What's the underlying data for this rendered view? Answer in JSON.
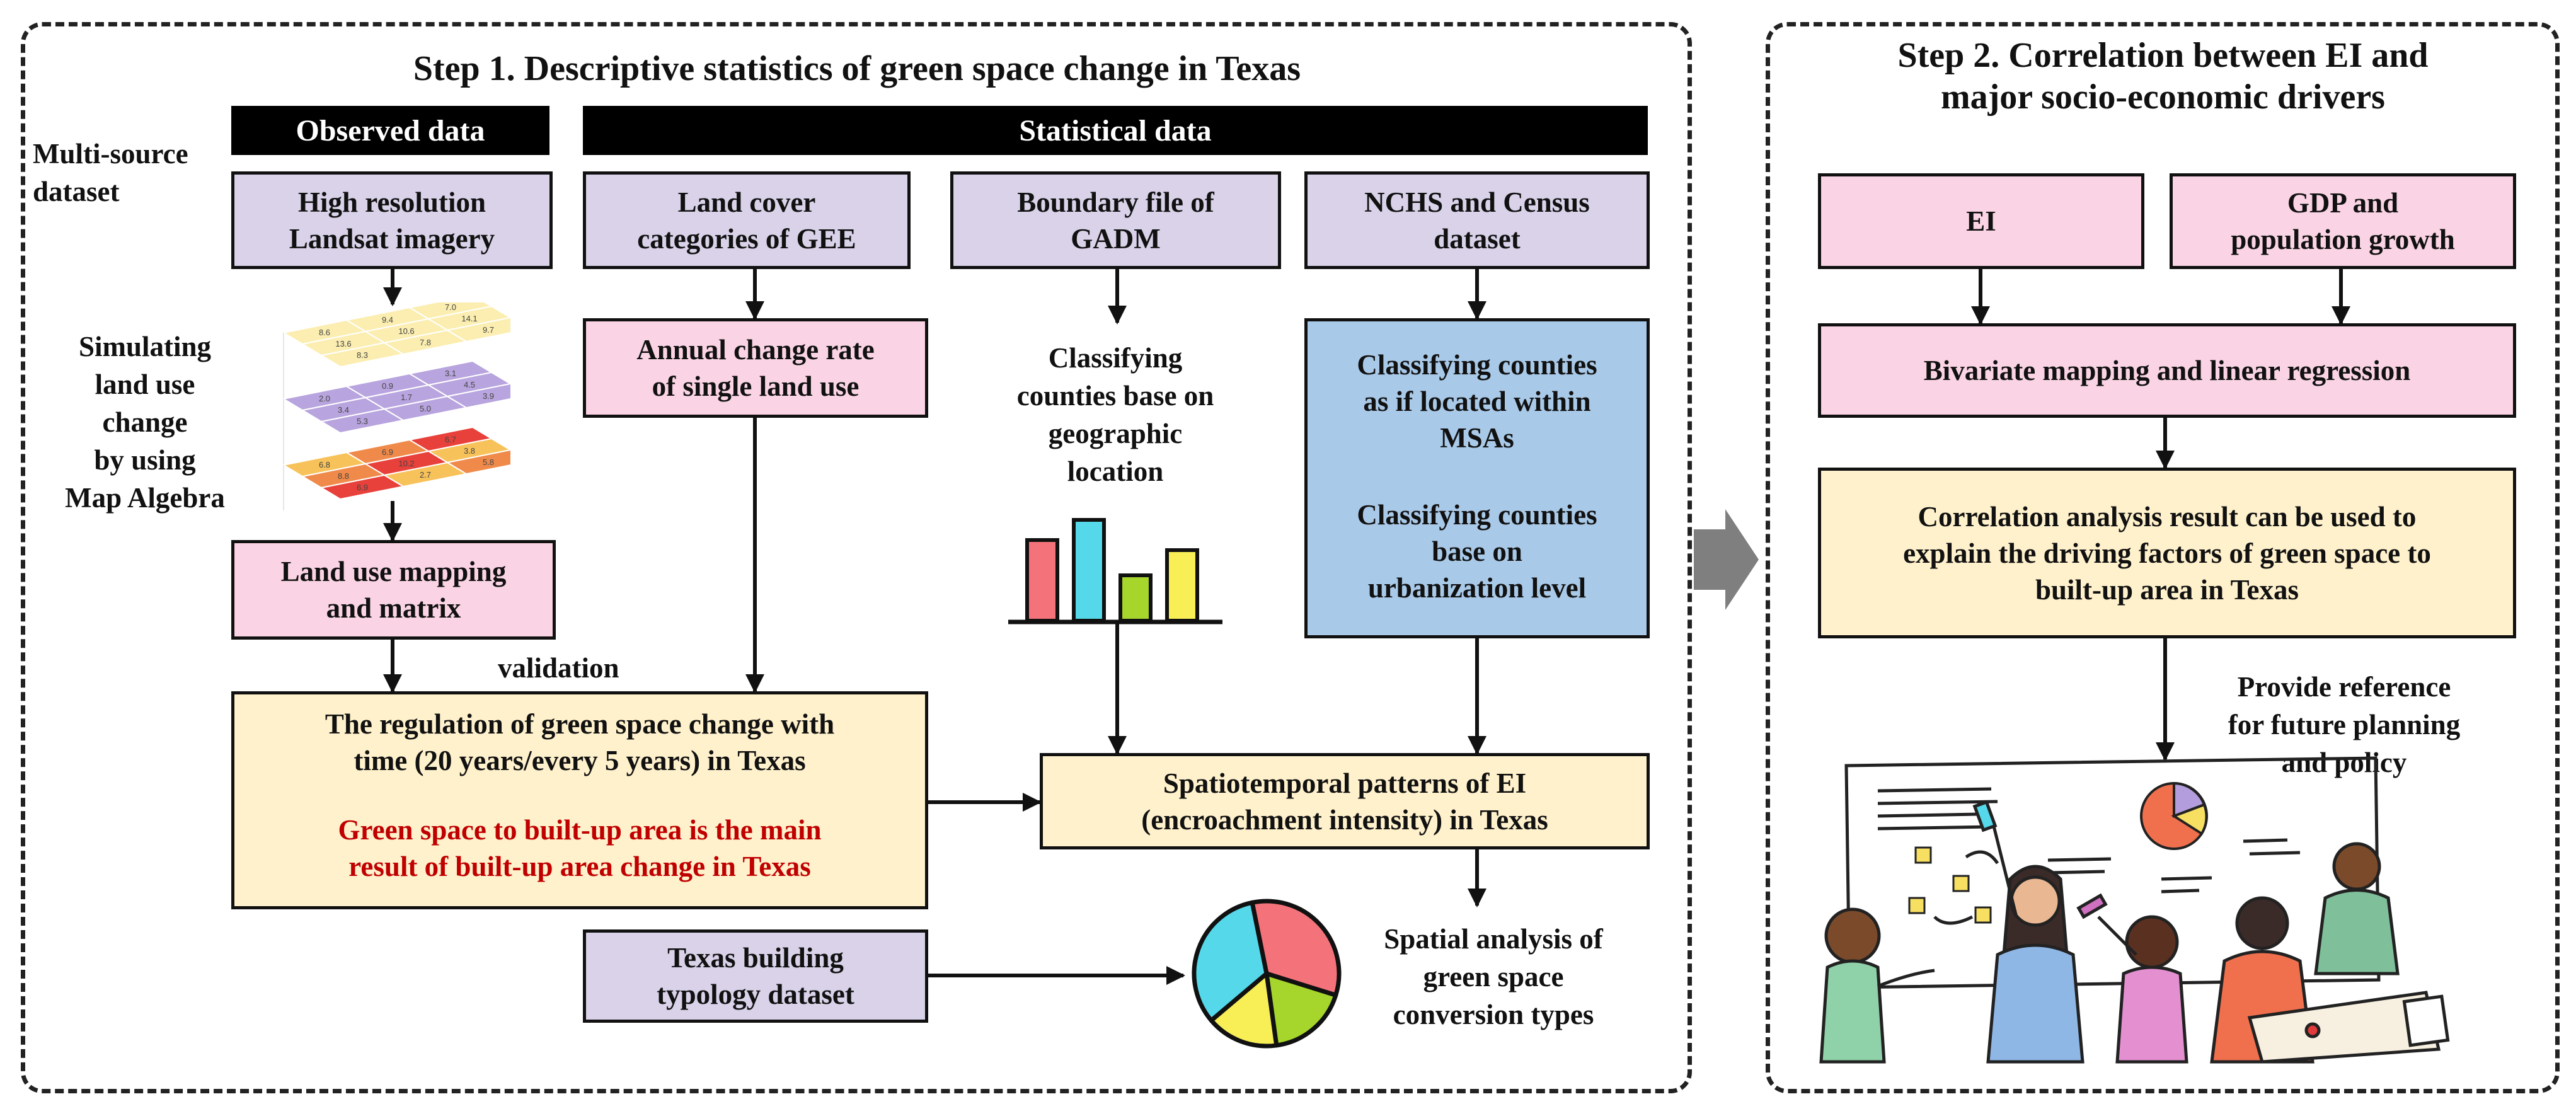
{
  "step1": {
    "title": "Step 1. Descriptive statistics of green space change in Texas",
    "observed_header": "Observed data",
    "statistical_header": "Statistical data",
    "multi_source_label": [
      "Multi-source",
      "dataset"
    ],
    "landsat": [
      "High resolution",
      "Landsat imagery"
    ],
    "land_cover": [
      "Land cover",
      "categories of GEE"
    ],
    "boundary": [
      "Boundary file of",
      "GADM"
    ],
    "nchs": [
      "NCHS and Census",
      "dataset"
    ],
    "simulating": [
      "Simulating",
      "land use change",
      "by using",
      "Map Algebra"
    ],
    "annual_change": [
      "Annual change rate",
      "of single land use"
    ],
    "classifying_geo": [
      "Classifying",
      "counties base on",
      "geographic",
      "location"
    ],
    "classifying_msa": [
      "Classifying counties",
      "as if located within",
      "MSAs"
    ],
    "classifying_urban": [
      "Classifying counties",
      "base on",
      "urbanization level"
    ],
    "land_use_mapping": [
      "Land use mapping",
      "and matrix"
    ],
    "validation": "validation",
    "regulation": [
      "The regulation of green space change with",
      "time (20 years/every 5 years)  in Texas"
    ],
    "regulation_red": [
      "Green space to built-up area is the main",
      "result of built-up area change in Texas"
    ],
    "spatiotemporal": [
      "Spatiotemporal patterns of  EI",
      "(encroachment intensity)  in Texas"
    ],
    "building_typology": [
      "Texas building",
      "typology dataset"
    ],
    "spatial_analysis": [
      "Spatial analysis of",
      "green space",
      "conversion types"
    ],
    "grid_layers": [
      {
        "color": "#fbeeb0",
        "values": [
          "8.6",
          "9.4",
          "7.0",
          "13.6",
          "10.6",
          "14.1",
          "8.3",
          "7.8",
          "9.7"
        ]
      },
      {
        "color": "#b8a4de",
        "values": [
          "2.0",
          "0.9",
          "3.1",
          "3.4",
          "1.7",
          "4.5",
          "5.3",
          "5.0",
          "3.9"
        ]
      },
      {
        "color": "#ee6a4e",
        "values": [
          "6.8",
          "6.9",
          "6.7",
          "8.8",
          "10.2",
          "3.8",
          "6.9",
          "2.7",
          "5.8"
        ]
      }
    ],
    "bar_chart_icon": [
      {
        "color": "#f4737a",
        "level": 0.8
      },
      {
        "color": "#55d8ea",
        "level": 1.0
      },
      {
        "color": "#a6d62c",
        "level": 0.45
      },
      {
        "color": "#f7ef55",
        "level": 0.7
      }
    ],
    "pie_icon": [
      {
        "color": "#f4737a",
        "share": 0.33
      },
      {
        "color": "#a6d62c",
        "share": 0.18
      },
      {
        "color": "#f7ef55",
        "share": 0.16
      },
      {
        "color": "#55d8ea",
        "share": 0.33
      }
    ]
  },
  "step2": {
    "title": [
      "Step 2. Correlation between EI and",
      "major socio-economic drivers"
    ],
    "ei": "EI",
    "gdp": [
      "GDP and",
      "population growth"
    ],
    "bivariate": "Bivariate mapping and linear regression",
    "correlation": [
      "Correlation analysis result can be used to",
      "explain the driving factors of green space to",
      "built-up area in Texas"
    ],
    "reference": [
      "Provide reference",
      "for future planning",
      "and policy"
    ]
  },
  "colors": {
    "purple_box": "#d9d2e9",
    "pink_box": "#fad4e4",
    "yellow_box": "#fff1cc",
    "blue_box": "#a9c9e8",
    "emphasis_red": "#c00000",
    "big_arrow": "#7f7f7f"
  }
}
